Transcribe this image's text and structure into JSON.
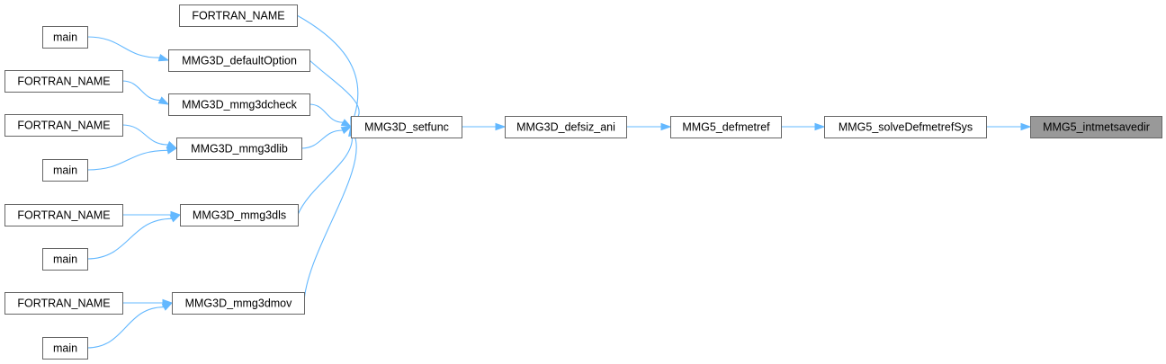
{
  "graph": {
    "nodes": [
      {
        "id": "n0",
        "label": "MMG5_intmetsavedir",
        "current": true
      },
      {
        "id": "n1",
        "label": "MMG5_solveDefmetrefSys"
      },
      {
        "id": "n2",
        "label": "MMG5_defmetref"
      },
      {
        "id": "n3",
        "label": "MMG3D_defsiz_ani"
      },
      {
        "id": "n4",
        "label": "MMG3D_setfunc"
      },
      {
        "id": "n5",
        "label": "FORTRAN_NAME"
      },
      {
        "id": "n6",
        "label": "MMG3D_defaultOption"
      },
      {
        "id": "n7",
        "label": "MMG3D_mmg3dcheck"
      },
      {
        "id": "n8",
        "label": "MMG3D_mmg3dlib"
      },
      {
        "id": "n9",
        "label": "MMG3D_mmg3dls"
      },
      {
        "id": "n10",
        "label": "MMG3D_mmg3dmov"
      },
      {
        "id": "n11",
        "label": "main"
      },
      {
        "id": "n12",
        "label": "FORTRAN_NAME"
      },
      {
        "id": "n13",
        "label": "FORTRAN_NAME"
      },
      {
        "id": "n14",
        "label": "main"
      },
      {
        "id": "n15",
        "label": "FORTRAN_NAME"
      },
      {
        "id": "n16",
        "label": "main"
      },
      {
        "id": "n17",
        "label": "FORTRAN_NAME"
      },
      {
        "id": "n18",
        "label": "main"
      }
    ],
    "edges": [
      {
        "from": "n1",
        "to": "n0"
      },
      {
        "from": "n2",
        "to": "n1"
      },
      {
        "from": "n3",
        "to": "n2"
      },
      {
        "from": "n4",
        "to": "n3"
      },
      {
        "from": "n5",
        "to": "n4"
      },
      {
        "from": "n6",
        "to": "n4"
      },
      {
        "from": "n7",
        "to": "n4"
      },
      {
        "from": "n8",
        "to": "n4"
      },
      {
        "from": "n9",
        "to": "n4"
      },
      {
        "from": "n10",
        "to": "n4"
      },
      {
        "from": "n11",
        "to": "n6"
      },
      {
        "from": "n12",
        "to": "n7"
      },
      {
        "from": "n13",
        "to": "n8"
      },
      {
        "from": "n14",
        "to": "n8"
      },
      {
        "from": "n15",
        "to": "n9"
      },
      {
        "from": "n16",
        "to": "n9"
      },
      {
        "from": "n17",
        "to": "n10"
      },
      {
        "from": "n18",
        "to": "n10"
      }
    ]
  }
}
